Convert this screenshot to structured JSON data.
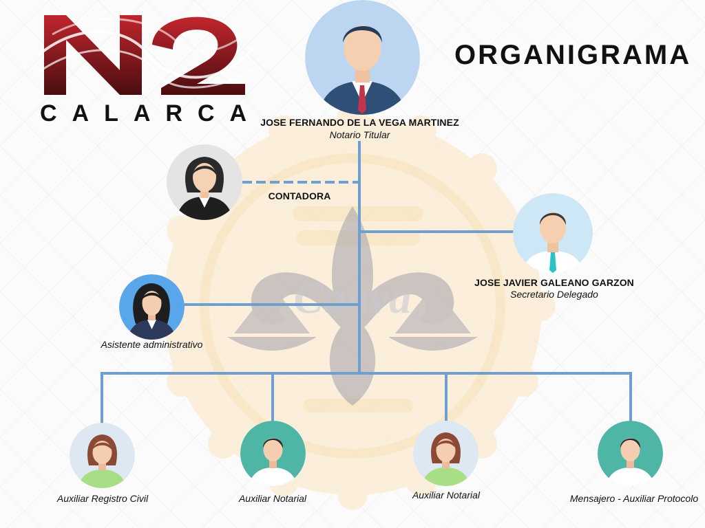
{
  "logo": {
    "mark": "N2",
    "city": "CALARCA"
  },
  "title": "ORGANIGRAMA",
  "colors": {
    "connector": "#6e9fd1",
    "logo_red": "#a01b22",
    "text": "#111111"
  },
  "nodes": {
    "notario": {
      "name": "JOSE FERNANDO DE LA VEGA MARTINEZ",
      "role": "Notario Titular",
      "icon": "man-suit-avatar-icon"
    },
    "contadora": {
      "label": "CONTADORA",
      "icon": "woman-avatar-icon"
    },
    "secretario": {
      "name": "JOSE JAVIER GALEANO GARZON",
      "role": "Secretario Delegado",
      "icon": "man-avatar-icon"
    },
    "asistente": {
      "role": "Asistente administrativo",
      "icon": "woman-avatar-icon"
    },
    "auxiliares": [
      {
        "role": "Auxiliar Registro Civil",
        "icon": "woman-avatar-icon"
      },
      {
        "role": "Auxiliar Notarial",
        "icon": "man-avatar-icon"
      },
      {
        "role": "Auxiliar Notarial",
        "icon": "woman-avatar-icon"
      },
      {
        "role": "Mensajero - Auxiliar Protocolo",
        "icon": "man-avatar-icon"
      }
    ]
  }
}
